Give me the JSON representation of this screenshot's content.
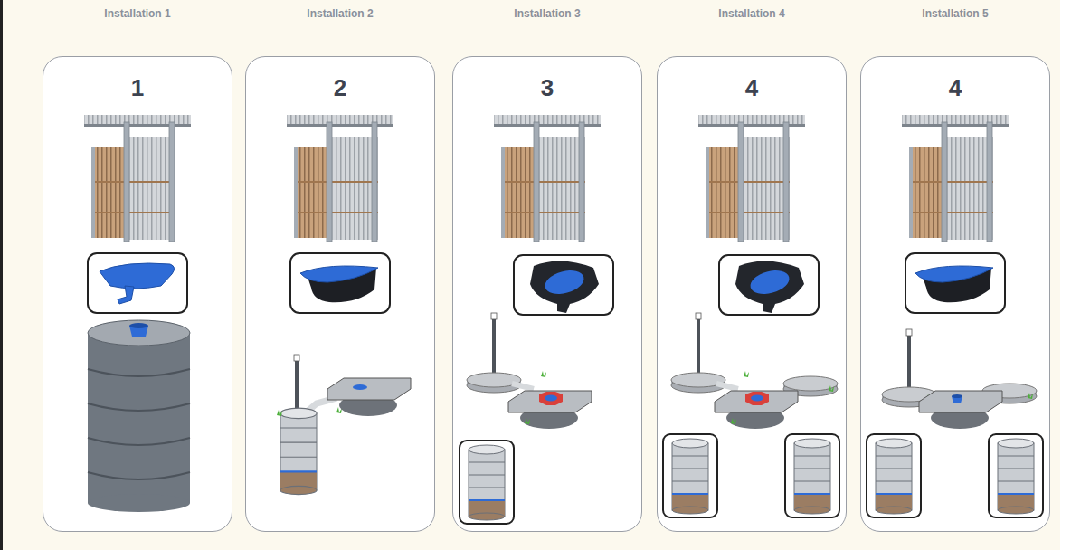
{
  "diagram": {
    "nodes": [
      {
        "text": [
          "Installation 1",
          "1"
        ]
      },
      {
        "text": [
          "Installation 2",
          "2"
        ]
      },
      {
        "text": [
          "Installation 3",
          "3"
        ]
      },
      {
        "text": [
          "Installation 4",
          "4"
        ]
      },
      {
        "text": [
          "Installation 5",
          "4"
        ]
      }
    ]
  }
}
